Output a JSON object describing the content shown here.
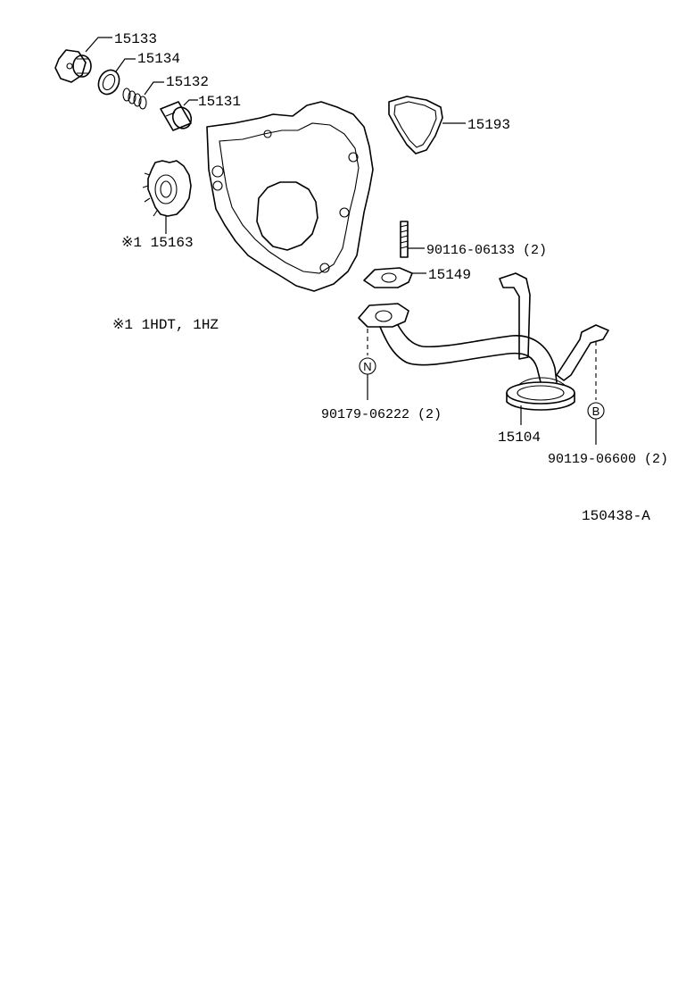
{
  "labels": {
    "p15133": "15133",
    "p15134": "15134",
    "p15132": "15132",
    "p15131": "15131",
    "p15193": "15193",
    "p15163": "※1 15163",
    "p90116": "90116-06133 (2)",
    "p15149": "15149",
    "p90179": "90179-06222 (2)",
    "p15104": "15104",
    "p90119": "90119-06600 (2)"
  },
  "note": "※1 1HDT, 1HZ",
  "markers": {
    "n": "N",
    "b": "B"
  },
  "diagram_id": "150438-A"
}
